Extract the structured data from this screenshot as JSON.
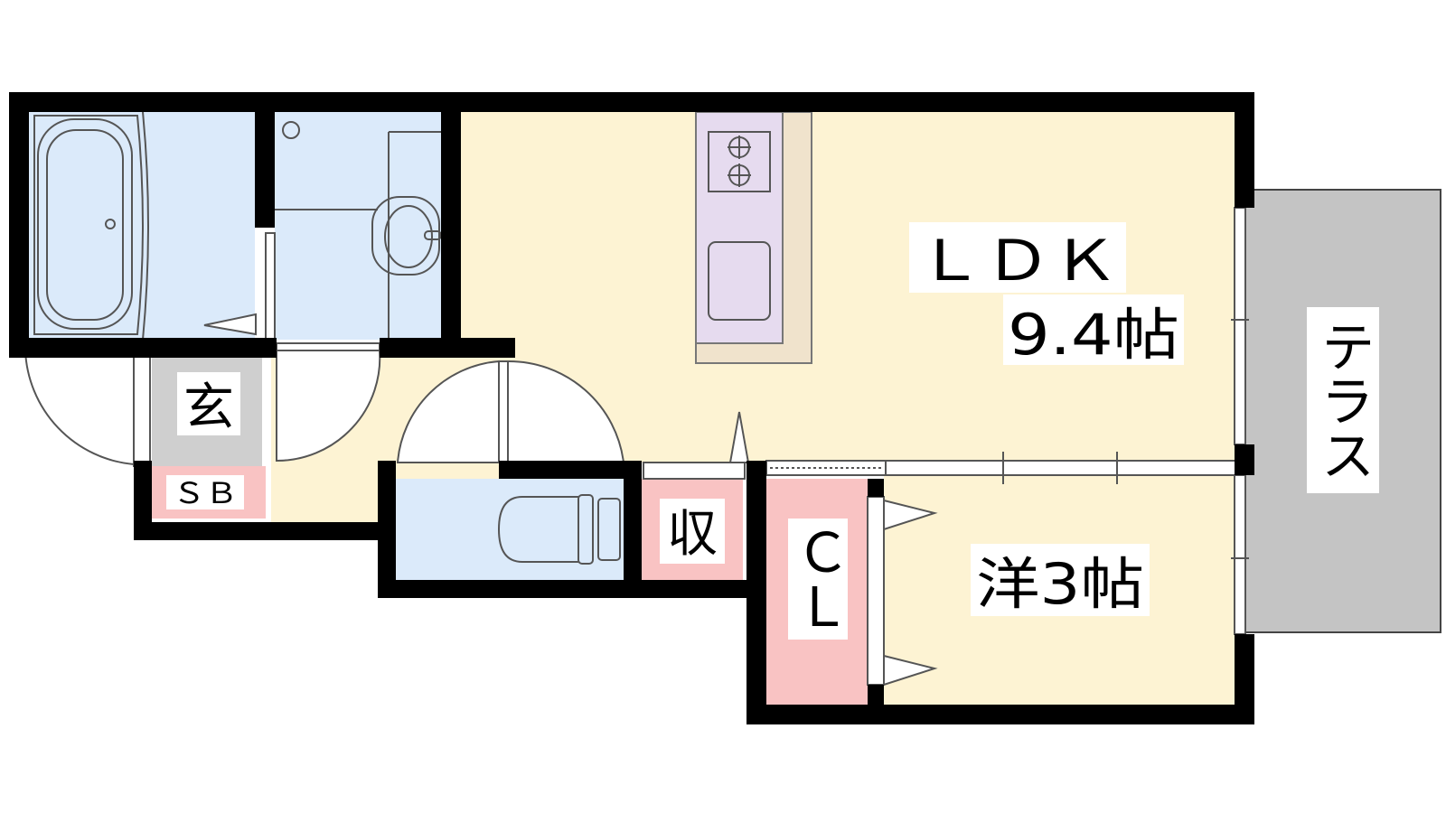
{
  "floorplan": {
    "rooms": {
      "ldk": {
        "name": "ＬＤＫ",
        "size": "9.4帖"
      },
      "western_room": {
        "name": "洋3帖"
      },
      "terrace": {
        "name": "テラス"
      },
      "entrance": {
        "name": "玄"
      },
      "shoe_box": {
        "name": "ＳＢ"
      },
      "storage": {
        "name": "収"
      },
      "closet": {
        "name": "ＣＬ"
      }
    },
    "colors": {
      "living": "#fdf3d3",
      "wet_area": "#dbeafa",
      "storage": "#f9c3c3",
      "entrance_floor": "#cfcfcf",
      "kitchen": "#e6dbef",
      "counter": "#f0e3cc",
      "terrace": "#c4c4c4",
      "wall": "#000000"
    }
  }
}
